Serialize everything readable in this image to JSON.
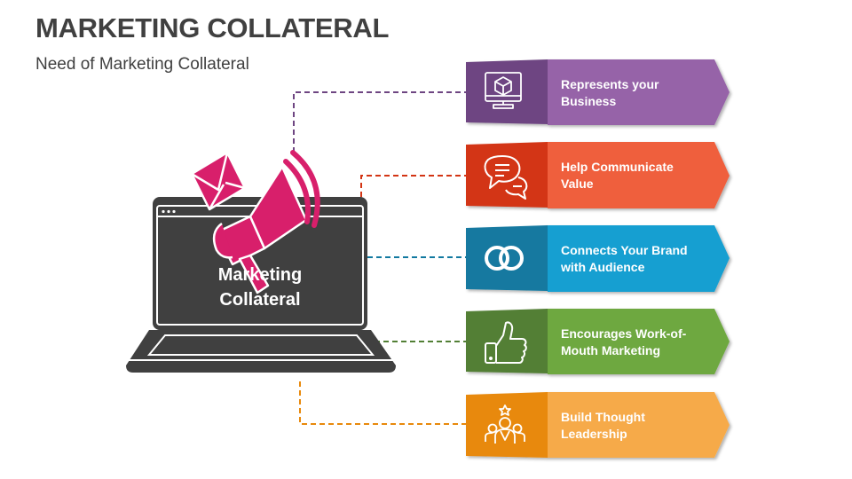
{
  "header": {
    "title": "MARKETING COLLATERAL",
    "subtitle": "Need of Marketing Collateral"
  },
  "center": {
    "line1": "Marketing",
    "line2": "Collateral",
    "icon": "laptop-megaphone-icon",
    "screen_color": "#404040",
    "megaphone_color": "#D81F6B"
  },
  "items": [
    {
      "line1": "Represents your",
      "line2": "Business",
      "icon": "monitor-cube-icon",
      "dark": "#6E4582",
      "light": "#9664A8"
    },
    {
      "line1": "Help Communicate",
      "line2": "Value",
      "icon": "chat-bubbles-icon",
      "dark": "#D33413",
      "light": "#EF5F3C"
    },
    {
      "line1": "Connects Your Brand",
      "line2": "with Audience",
      "icon": "linked-rings-icon",
      "dark": "#1279A0",
      "light": "#129FD1"
    },
    {
      "line1": "Encourages Work-of-",
      "line2": "Mouth Marketing",
      "icon": "thumbs-up-icon",
      "dark": "#527F35",
      "light": "#6EA83F"
    },
    {
      "line1": "Build Thought",
      "line2": "Leadership",
      "icon": "team-leader-star-icon",
      "dark": "#E8890C",
      "light": "#F6AA48"
    }
  ]
}
